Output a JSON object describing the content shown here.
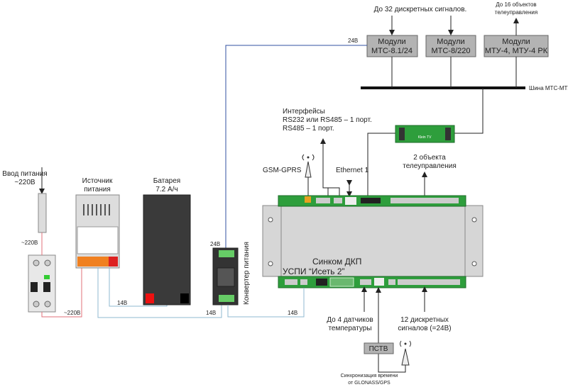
{
  "modules": [
    {
      "line1": "Модули",
      "line2": "МТС-8.1/24"
    },
    {
      "line1": "Модули",
      "line2": "МТС-8/220"
    },
    {
      "line1": "Модули",
      "line2": "МТУ-4, МТУ-4 РК"
    }
  ],
  "labels": {
    "discrete_in": "До 32 дискретных сигналов.",
    "tu_out_1": "До 16 объектов",
    "tu_out_2": "телеуправления",
    "bus": "Шина МТС-МТУ",
    "v24_top": "24В",
    "interfaces_1": "Интерфейсы",
    "interfaces_2": "RS232 или RS485 – 1 порт.",
    "interfaces_3": "RS485 – 1 порт.",
    "gsm": "GSM-GPRS",
    "ethernet": "Ethernet 1",
    "tu2_1": "2 объекта",
    "tu2_2": "телеуправления",
    "board_module": "Klein TV",
    "power_in_1": "Ввод питания",
    "power_in_2": "~220В",
    "ac_1": "~220В",
    "ac_2": "~220В",
    "psu_1": "Источник",
    "psu_2": "питания",
    "battery_1": "Батарея",
    "battery_2": "7.2 А/ч",
    "v24_conv": "24В",
    "converter": "Конвертер питания",
    "v14_a": "14В",
    "v14_b": "14В",
    "v14_c": "14В",
    "device_1": "Синком ДКП",
    "device_2": "УСПИ “Исеть 2”",
    "temp_1": "До 4 датчиков",
    "temp_2": "температуры",
    "discrete12_1": "12 дискретных",
    "discrete12_2": "сигналов (=24В)",
    "pstv": "ПСТВ",
    "sync_1": "Синхронизация времени",
    "sync_2": "от GLONASS/GPS"
  },
  "colors": {
    "module_fill": "#b3b3b3",
    "board_green": "#2e9e3c",
    "ac_wire": "#e0707a",
    "dc_wire": "#8fb8d0",
    "v24_wire": "#3050a0",
    "enclosure": "#d6d6d6"
  }
}
